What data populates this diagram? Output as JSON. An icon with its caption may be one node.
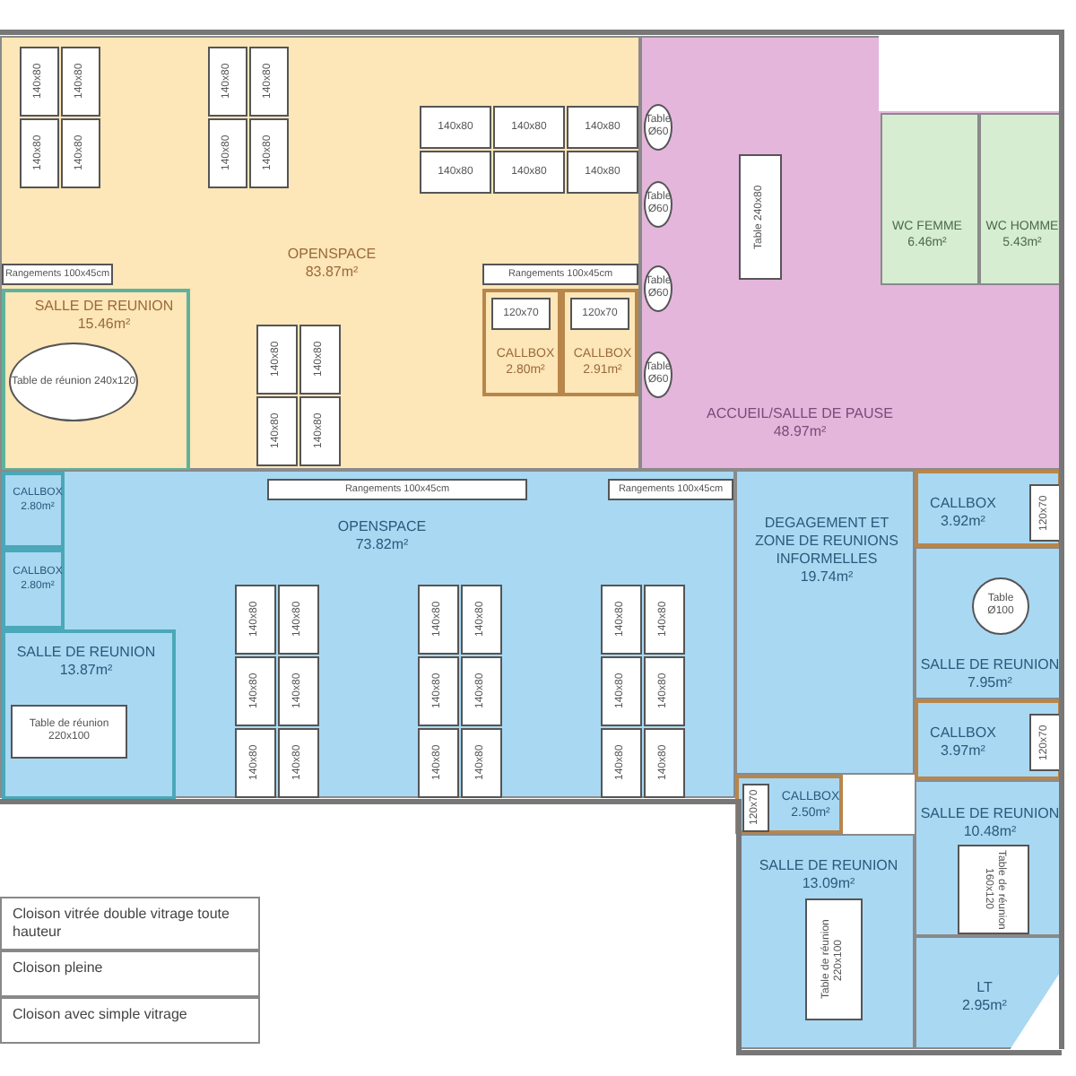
{
  "diagram": {
    "nodes": [
      {
        "text": [
          "OPENSPACE",
          "83.87m²"
        ]
      },
      {
        "text": [
          "140x80"
        ],
        "in": 0
      },
      {
        "text": [
          "140x80"
        ],
        "in": 0
      },
      {
        "text": [
          "140x80"
        ],
        "in": 0
      },
      {
        "text": [
          "140x80"
        ],
        "in": 0
      },
      {
        "text": [
          "140x80"
        ],
        "in": 0
      },
      {
        "text": [
          "140x80"
        ],
        "in": 0
      },
      {
        "text": [
          "140x80"
        ],
        "in": 0
      },
      {
        "text": [
          "140x80"
        ],
        "in": 0
      },
      {
        "text": [
          "140x80"
        ],
        "in": 0
      },
      {
        "text": [
          "140x80"
        ],
        "in": 0
      },
      {
        "text": [
          "140x80"
        ],
        "in": 0
      },
      {
        "text": [
          "140x80"
        ],
        "in": 0
      },
      {
        "text": [
          "140x80"
        ],
        "in": 0
      },
      {
        "text": [
          "140x80"
        ],
        "in": 0
      },
      {
        "text": [
          "140x80"
        ],
        "in": 0
      },
      {
        "text": [
          "140x80"
        ],
        "in": 0
      },
      {
        "text": [
          "140x80"
        ],
        "in": 0
      },
      {
        "text": [
          "140x80"
        ],
        "in": 0
      },
      {
        "text": [
          "Rangements 100x45cm"
        ],
        "in": 0
      },
      {
        "text": [
          "Rangements 100x45cm"
        ],
        "in": 0
      },
      {
        "text": [
          "SALLE DE REUNION",
          "15.46m²"
        ],
        "in": 0
      },
      {
        "text": [
          "Table de réunion 240x120"
        ],
        "in": 21
      },
      {
        "text": [
          "CALLBOX",
          "2.80m²"
        ],
        "in": 0
      },
      {
        "text": [
          "120x70"
        ],
        "in": 23
      },
      {
        "text": [
          "CALLBOX",
          "2.91m²"
        ],
        "in": 0
      },
      {
        "text": [
          "120x70"
        ],
        "in": 25
      },
      {
        "text": [
          "ACCUEIL/SALLE DE PAUSE",
          "48.97m²"
        ]
      },
      {
        "text": [
          "Table Ø60"
        ],
        "in": 27
      },
      {
        "text": [
          "Table Ø60"
        ],
        "in": 27
      },
      {
        "text": [
          "Table Ø60"
        ],
        "in": 27
      },
      {
        "text": [
          "Table Ø60"
        ],
        "in": 27
      },
      {
        "text": [
          "Table 240x80"
        ],
        "in": 27
      },
      {
        "text": [
          "WC FEMME",
          "6.46m²"
        ],
        "in": 27
      },
      {
        "text": [
          "WC HOMME",
          "5.43m²"
        ],
        "in": 27
      },
      {
        "text": [
          "OPENSPACE",
          "73.82m²"
        ]
      },
      {
        "text": [
          "Rangements 100x45cm"
        ],
        "in": 35
      },
      {
        "text": [
          "Rangements 100x45cm"
        ],
        "in": 35
      },
      {
        "text": [
          "140x80"
        ],
        "in": 35
      },
      {
        "text": [
          "140x80"
        ],
        "in": 35
      },
      {
        "text": [
          "140x80"
        ],
        "in": 35
      },
      {
        "text": [
          "140x80"
        ],
        "in": 35
      },
      {
        "text": [
          "140x80"
        ],
        "in": 35
      },
      {
        "text": [
          "140x80"
        ],
        "in": 35
      },
      {
        "text": [
          "140x80"
        ],
        "in": 35
      },
      {
        "text": [
          "140x80"
        ],
        "in": 35
      },
      {
        "text": [
          "140x80"
        ],
        "in": 35
      },
      {
        "text": [
          "140x80"
        ],
        "in": 35
      },
      {
        "text": [
          "140x80"
        ],
        "in": 35
      },
      {
        "text": [
          "140x80"
        ],
        "in": 35
      },
      {
        "text": [
          "140x80"
        ],
        "in": 35
      },
      {
        "text": [
          "140x80"
        ],
        "in": 35
      },
      {
        "text": [
          "140x80"
        ],
        "in": 35
      },
      {
        "text": [
          "140x80"
        ],
        "in": 35
      },
      {
        "text": [
          "140x80"
        ],
        "in": 35
      },
      {
        "text": [
          "140x80"
        ],
        "in": 35
      },
      {
        "text": [
          "CALLBOX",
          "2.80m²"
        ],
        "in": 35
      },
      {
        "text": [
          "CALLBOX",
          "2.80m²"
        ],
        "in": 35
      },
      {
        "text": [
          "SALLE DE REUNION",
          "13.87m²"
        ],
        "in": 35
      },
      {
        "text": [
          "Table de réunion 220x100"
        ],
        "in": 58
      },
      {
        "text": [
          "DEGAGEMENT ET ZONE DE REUNIONS INFORMELLES",
          "19.74m²"
        ]
      },
      {
        "text": [
          "CALLBOX",
          "3.92m²"
        ]
      },
      {
        "text": [
          "120x70"
        ],
        "in": 61
      },
      {
        "text": [
          "SALLE DE REUNION",
          "7.95m²"
        ]
      },
      {
        "text": [
          "Table Ø100"
        ],
        "in": 63
      },
      {
        "text": [
          "CALLBOX",
          "3.97m²"
        ]
      },
      {
        "text": [
          "120x70"
        ],
        "in": 65
      },
      {
        "text": [
          "CALLBOX",
          "2.50m²"
        ]
      },
      {
        "text": [
          "120x70"
        ],
        "in": 67
      },
      {
        "text": [
          "SALLE DE REUNION",
          "10.48m²"
        ]
      },
      {
        "text": [
          "Table de réunion 160x120"
        ],
        "in": 69
      },
      {
        "text": [
          "SALLE DE REUNION",
          "13.09m²"
        ]
      },
      {
        "text": [
          "Table de réunion 220x100"
        ],
        "in": 71
      },
      {
        "text": [
          "LT",
          "2.95m²"
        ]
      }
    ],
    "labels": [
      "Cloison vitrée double vitrage toute hauteur",
      "Cloison pleine",
      "Cloison avec simple vitrage"
    ]
  }
}
